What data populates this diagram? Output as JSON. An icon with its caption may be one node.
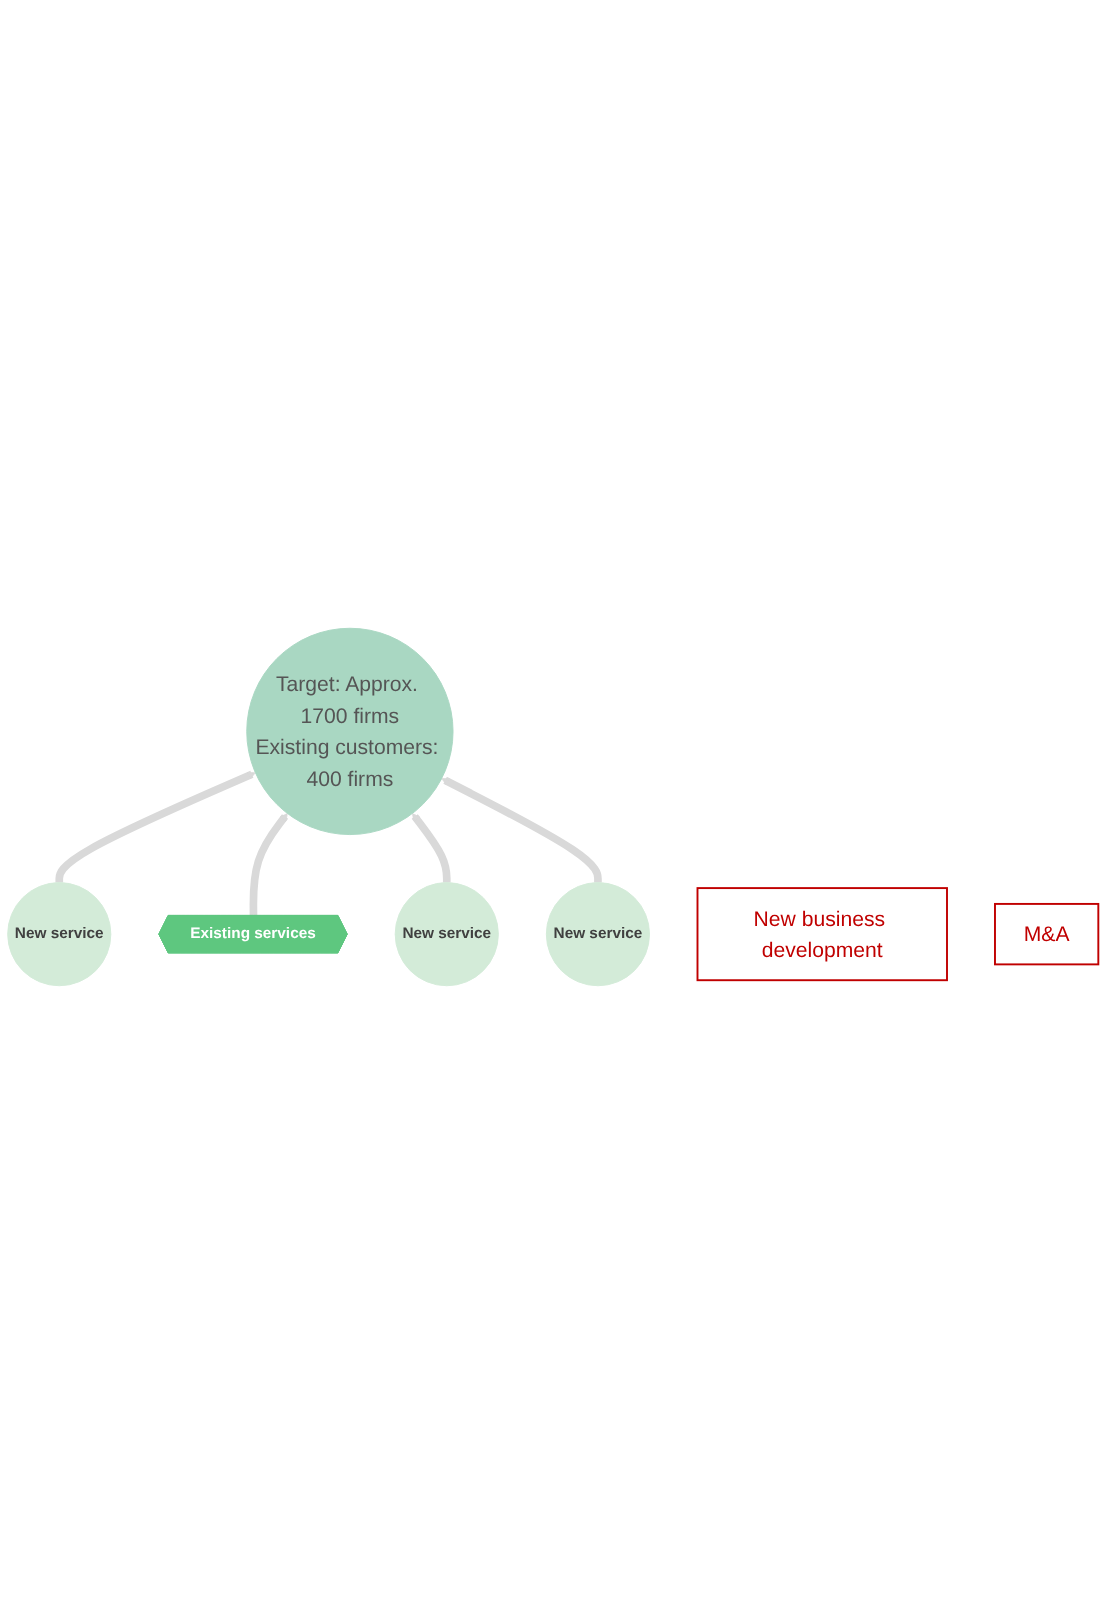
{
  "diagram": {
    "nodes": [
      {
        "text": [
          "Target: Approx. 1700 firms",
          "Existing customers: 400 firms"
        ]
      },
      {
        "text": [
          "New service"
        ]
      },
      {
        "text": [
          "New service"
        ]
      },
      {
        "text": [
          "Existing services"
        ]
      },
      {
        "text": [
          "New service"
        ]
      },
      {
        "text": [
          "New business development"
        ]
      },
      {
        "text": [
          "M&A"
        ]
      }
    ],
    "edges": [
      {
        "from": 2,
        "to": 0,
        "arrow": "to"
      },
      {
        "from": 3,
        "to": 0,
        "arrow": "to"
      },
      {
        "from": 4,
        "to": 0,
        "arrow": "to"
      },
      {
        "from": 1,
        "to": 0,
        "arrow": "to"
      }
    ]
  }
}
